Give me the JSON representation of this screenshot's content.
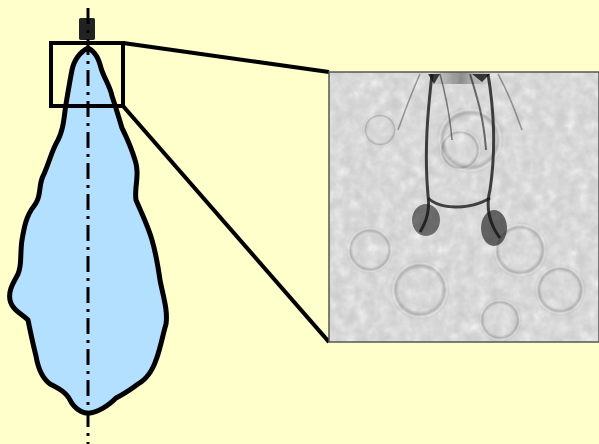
{
  "colors": {
    "background": "#ffffcc",
    "spray_fill": "#b3e0ff",
    "outline": "#000000",
    "nozzle": "#222222",
    "inset_border": "#555555"
  },
  "elements": {
    "nozzle": "nozzle",
    "spray_plume": "spray-plume",
    "centerline": "dash-dot-axis",
    "zoom_box": "zoom-rectangle",
    "zoom_connectors": "callout-lines",
    "inset": "grayscale-shadowgraph-image"
  }
}
